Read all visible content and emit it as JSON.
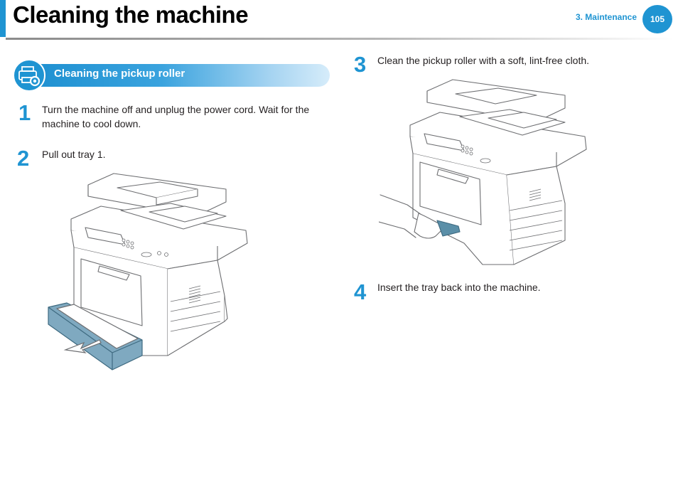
{
  "header": {
    "title": "Cleaning the machine",
    "chapter": "3.  Maintenance",
    "page_number": "105"
  },
  "section": {
    "title": "Cleaning the pickup roller",
    "icon": "printer-tool-icon"
  },
  "steps": [
    {
      "number": "1",
      "text": "Turn the machine off and unplug the power cord. Wait for the machine to cool down."
    },
    {
      "number": "2",
      "text": "Pull out tray 1."
    },
    {
      "number": "3",
      "text": "Clean the pickup roller with a soft, lint-free cloth."
    },
    {
      "number": "4",
      "text": "Insert the tray back into the machine."
    }
  ],
  "colors": {
    "accent": "#1f94d2",
    "tray": "#5b8fa8",
    "line_art": "#6d6e71"
  }
}
